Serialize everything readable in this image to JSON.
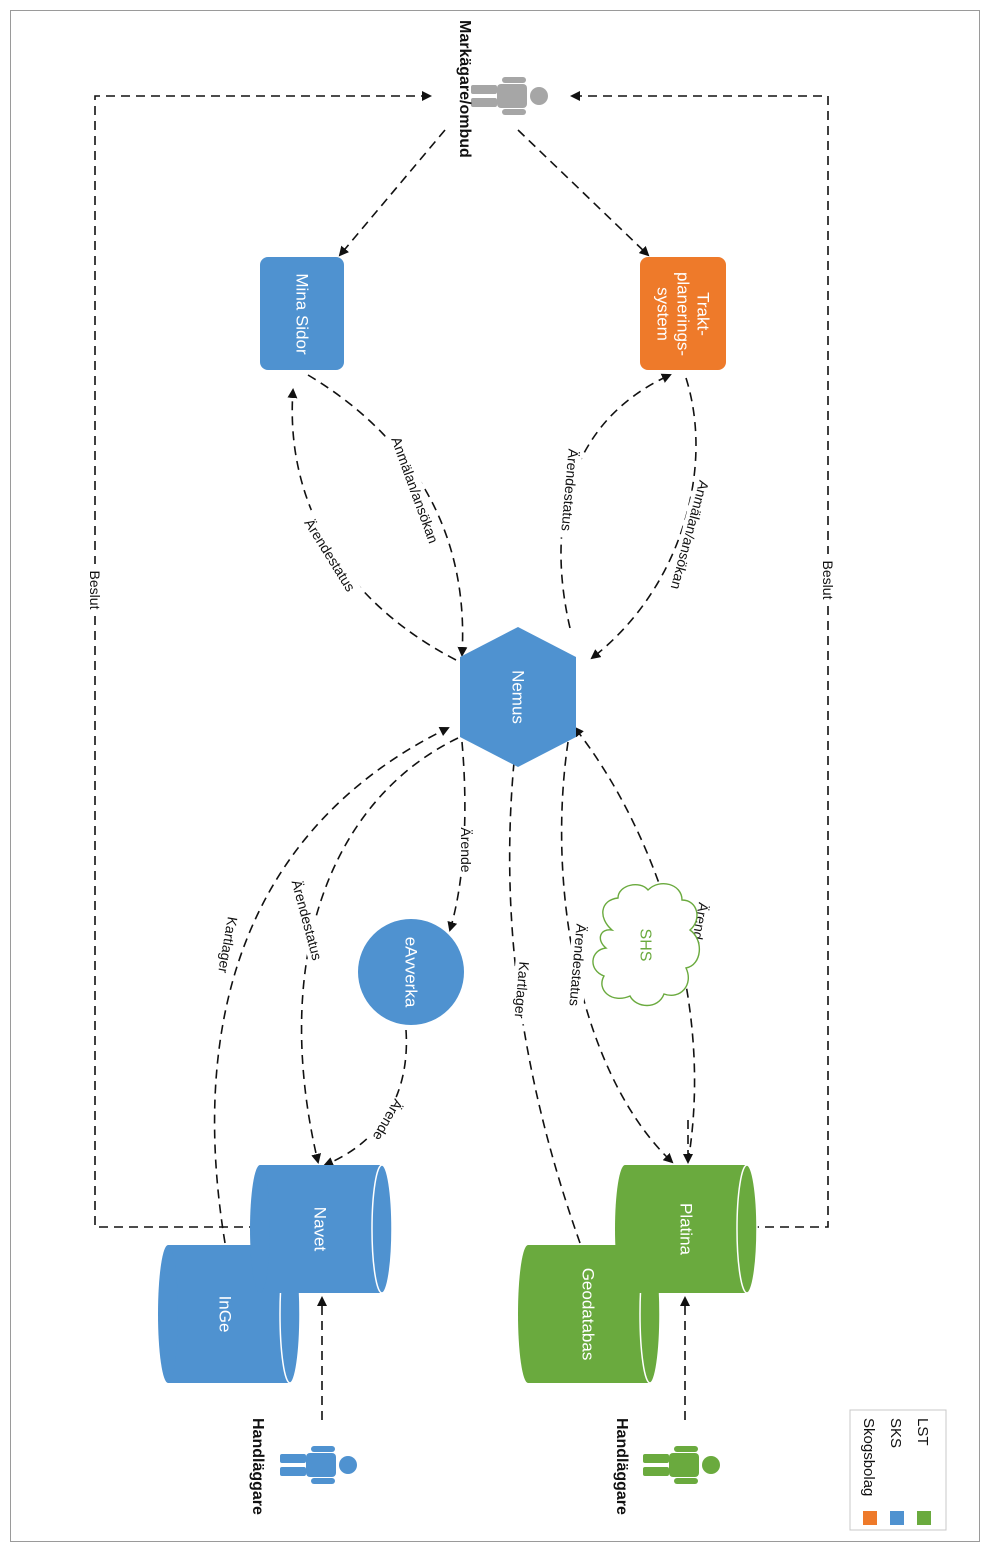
{
  "colors": {
    "lst": "#6aaa3e",
    "sks": "#4f92d0",
    "skogsbolag": "#ee7a2a",
    "person_grey": "#a6a6a6",
    "cloud_stroke": "#6aaa3e"
  },
  "actors": {
    "owner": "Markägare/ombud",
    "handler_sks": "Handläggare",
    "handler_lst": "Handläggare"
  },
  "nodes": {
    "mina_sidor": "Mina Sidor",
    "trakt": [
      "Trakt-",
      "planerings-",
      "system"
    ],
    "nemus": "Nemus",
    "eavverka": "eAvverka",
    "shs": "SHS",
    "navet": "Navet",
    "inge": "InGe",
    "platina": "Platina",
    "geodatabas": "Geodatabas"
  },
  "labels": {
    "beslut_left": "Beslut",
    "beslut_right": "Beslut",
    "anmalan_left": "Anmälan/ansökan",
    "arendestatus_left": "Ärendestatus",
    "arendestatus_right": "Ärendestatus",
    "anmalan_right": "Anmälan/ansökan",
    "arende_eavverka": "Ärende",
    "kartlager_inge": "Kartlager",
    "arendestatus_navet": "Ärendestatus",
    "arende_navet": "Ärende",
    "kartlager_geo": "Kartlager",
    "arendestatus_platina": "Ärendestatus",
    "arende_platina": "Ärende"
  },
  "legend": {
    "lst": "LST",
    "sks": "SKS",
    "skogsbolag": "Skogsbolag"
  }
}
